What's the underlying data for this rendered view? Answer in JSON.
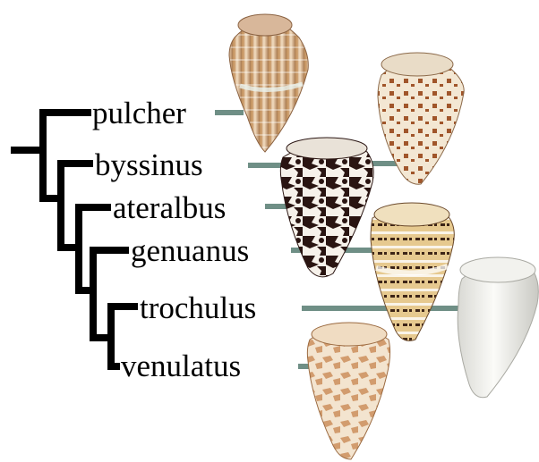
{
  "taxa": [
    {
      "id": "pulcher",
      "label": "pulcher"
    },
    {
      "id": "byssinus",
      "label": "byssinus"
    },
    {
      "id": "ateralbus",
      "label": "ateralbus"
    },
    {
      "id": "genuanus",
      "label": "genuanus"
    },
    {
      "id": "trochulus",
      "label": "trochulus"
    },
    {
      "id": "venulatus",
      "label": "venulatus"
    }
  ],
  "colors": {
    "tree": "#000000",
    "connector": "#6f8f86",
    "background": "#ffffff"
  }
}
